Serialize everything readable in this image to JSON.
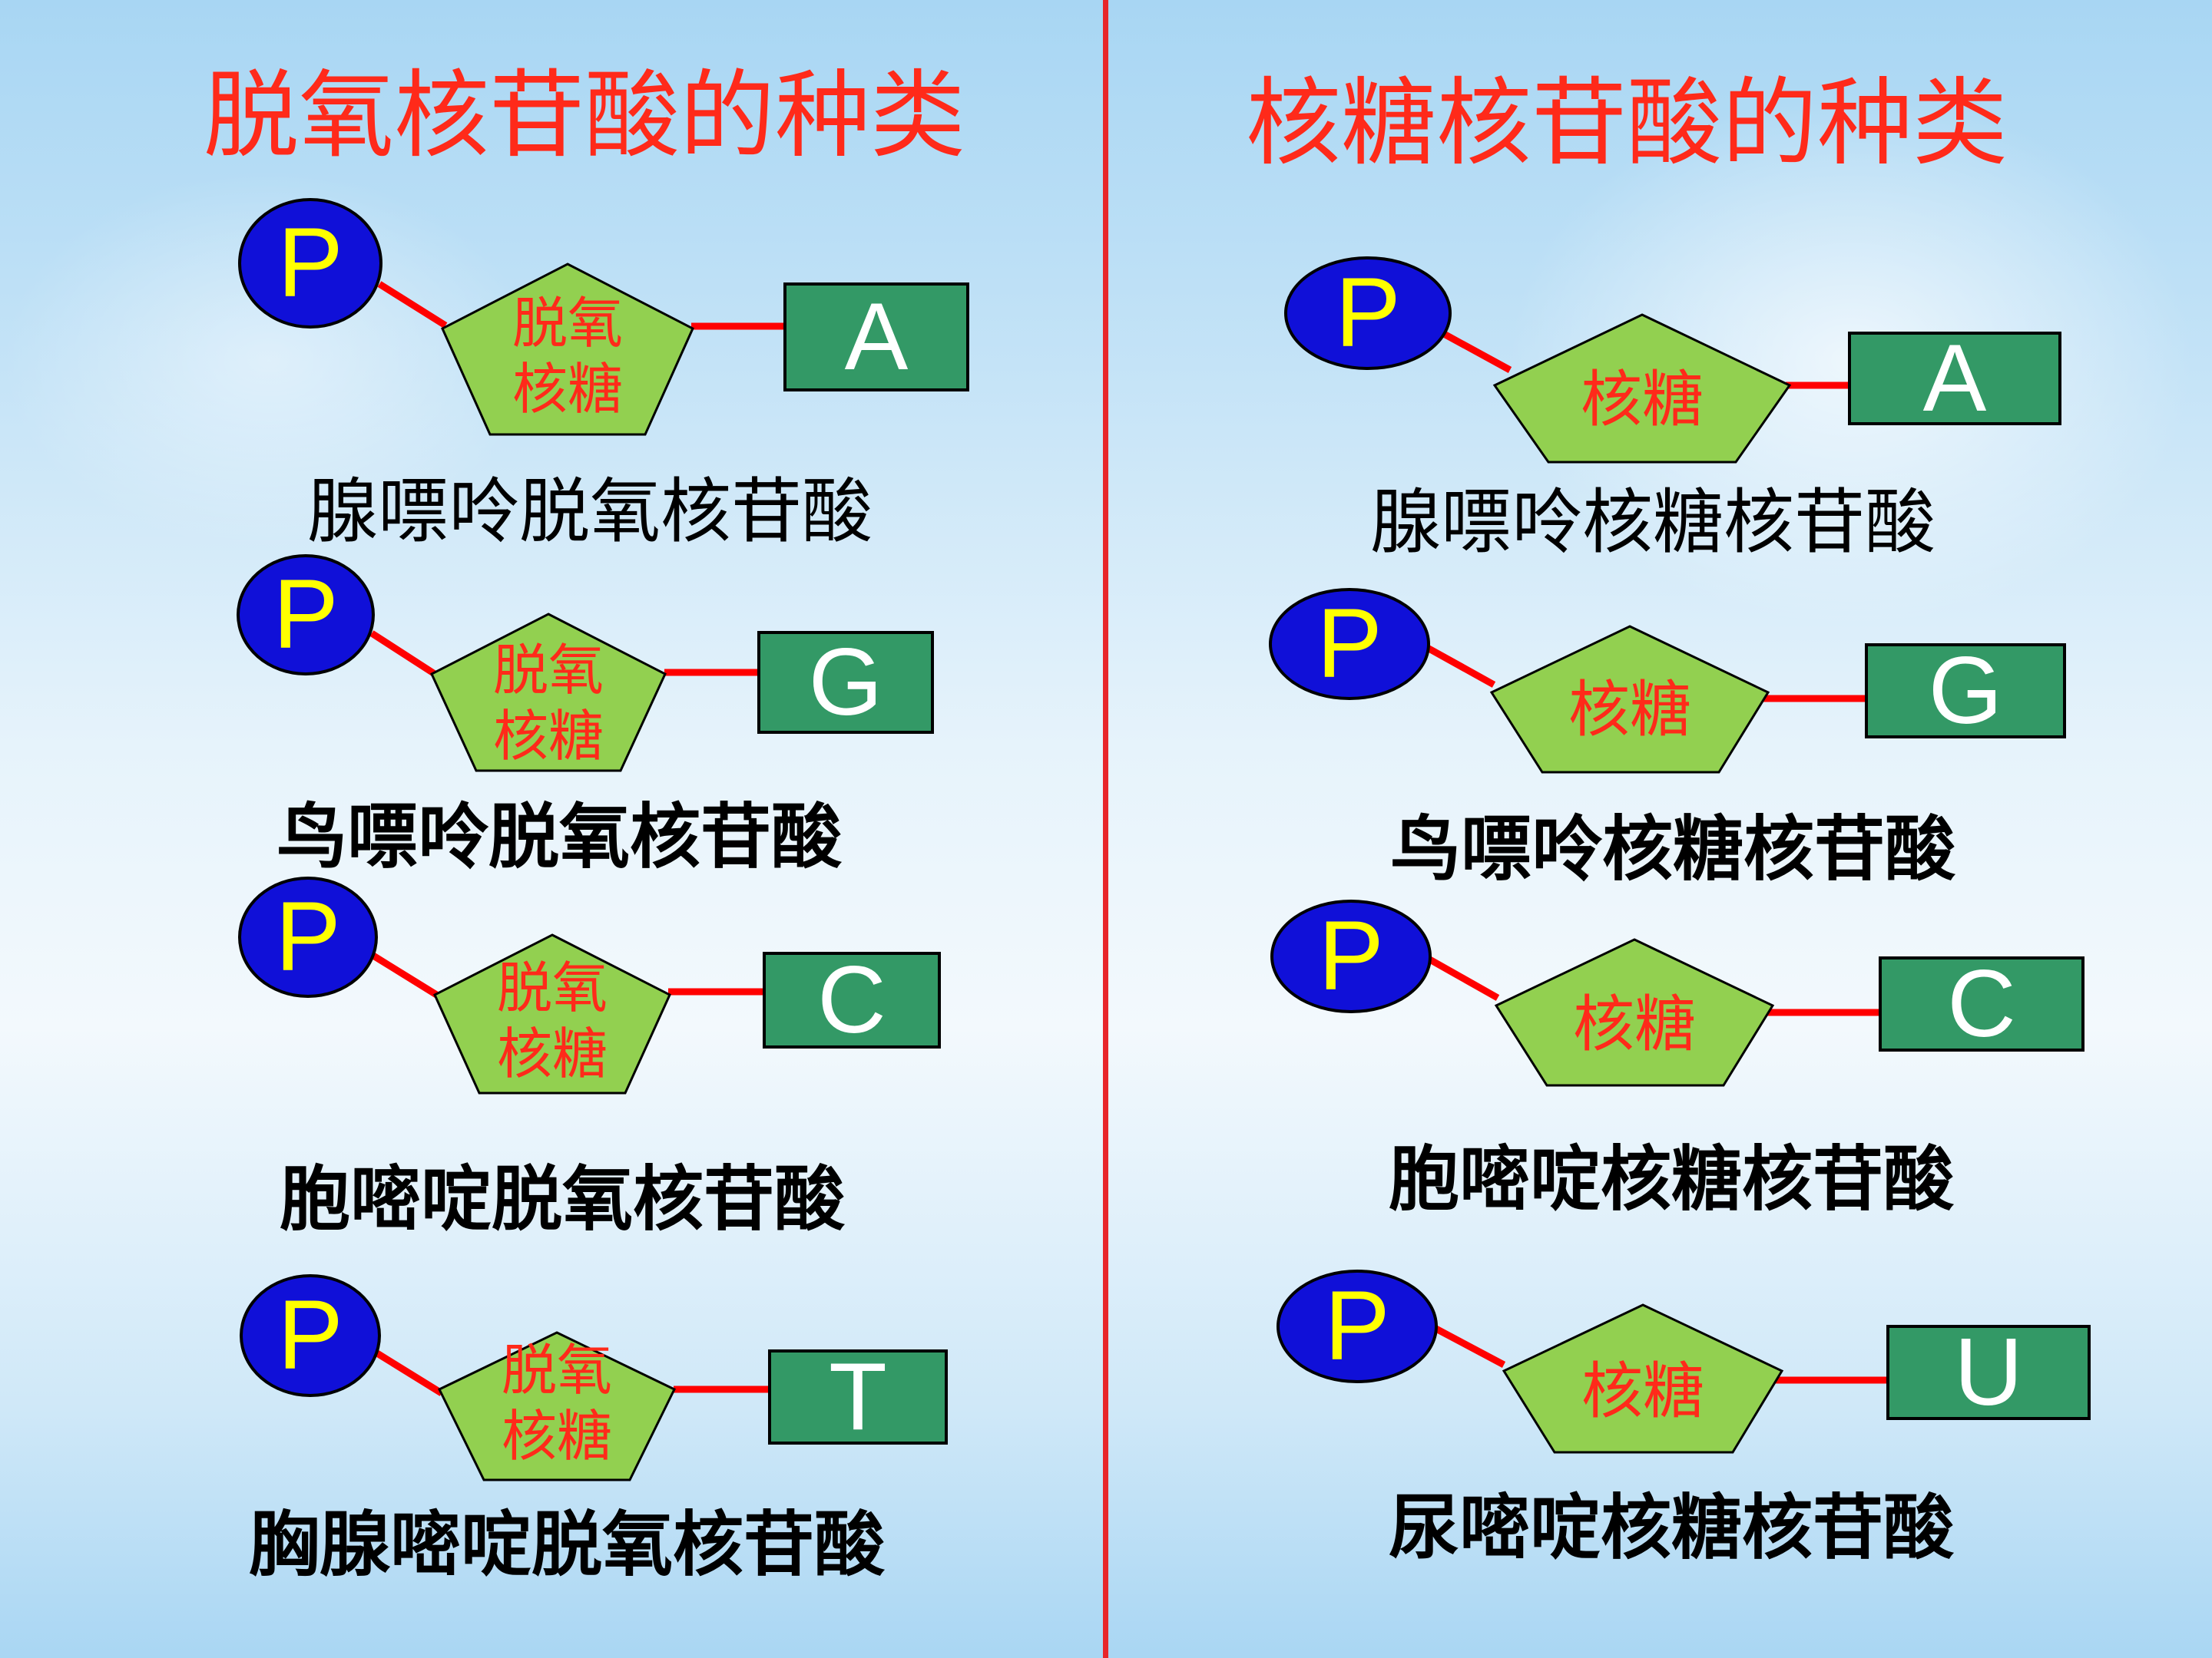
{
  "colors": {
    "title": "#ff2a1a",
    "divider": "#e8262a",
    "phosphate_fill": "#1010d8",
    "phosphate_text": "#ffff00",
    "sugar_fill": "#92d050",
    "sugar_text": "#ff2a1a",
    "base_fill": "#339966",
    "base_text": "#ffffff",
    "bond": "#ff0000"
  },
  "left": {
    "title": "脱氧核苷酸的种类",
    "sugar_label_line1": "脱氧",
    "sugar_label_line2": "核糖",
    "items": [
      {
        "phosphate": "P",
        "base": "A",
        "name": "腺嘌呤脱氧核苷酸"
      },
      {
        "phosphate": "P",
        "base": "G",
        "name": "鸟嘌呤脱氧核苷酸"
      },
      {
        "phosphate": "P",
        "base": "C",
        "name": "胞嘧啶脱氧核苷酸"
      },
      {
        "phosphate": "P",
        "base": "T",
        "name": "胸腺嘧啶脱氧核苷酸"
      }
    ]
  },
  "right": {
    "title": "核糖核苷酸的种类",
    "sugar_label": "核糖",
    "items": [
      {
        "phosphate": "P",
        "base": "A",
        "name": "腺嘌呤核糖核苷酸"
      },
      {
        "phosphate": "P",
        "base": "G",
        "name": "鸟嘌呤核糖核苷酸"
      },
      {
        "phosphate": "P",
        "base": "C",
        "name": "胞嘧啶核糖核苷酸"
      },
      {
        "phosphate": "P",
        "base": "U",
        "name": "尿嘧啶核糖核苷酸"
      }
    ]
  }
}
